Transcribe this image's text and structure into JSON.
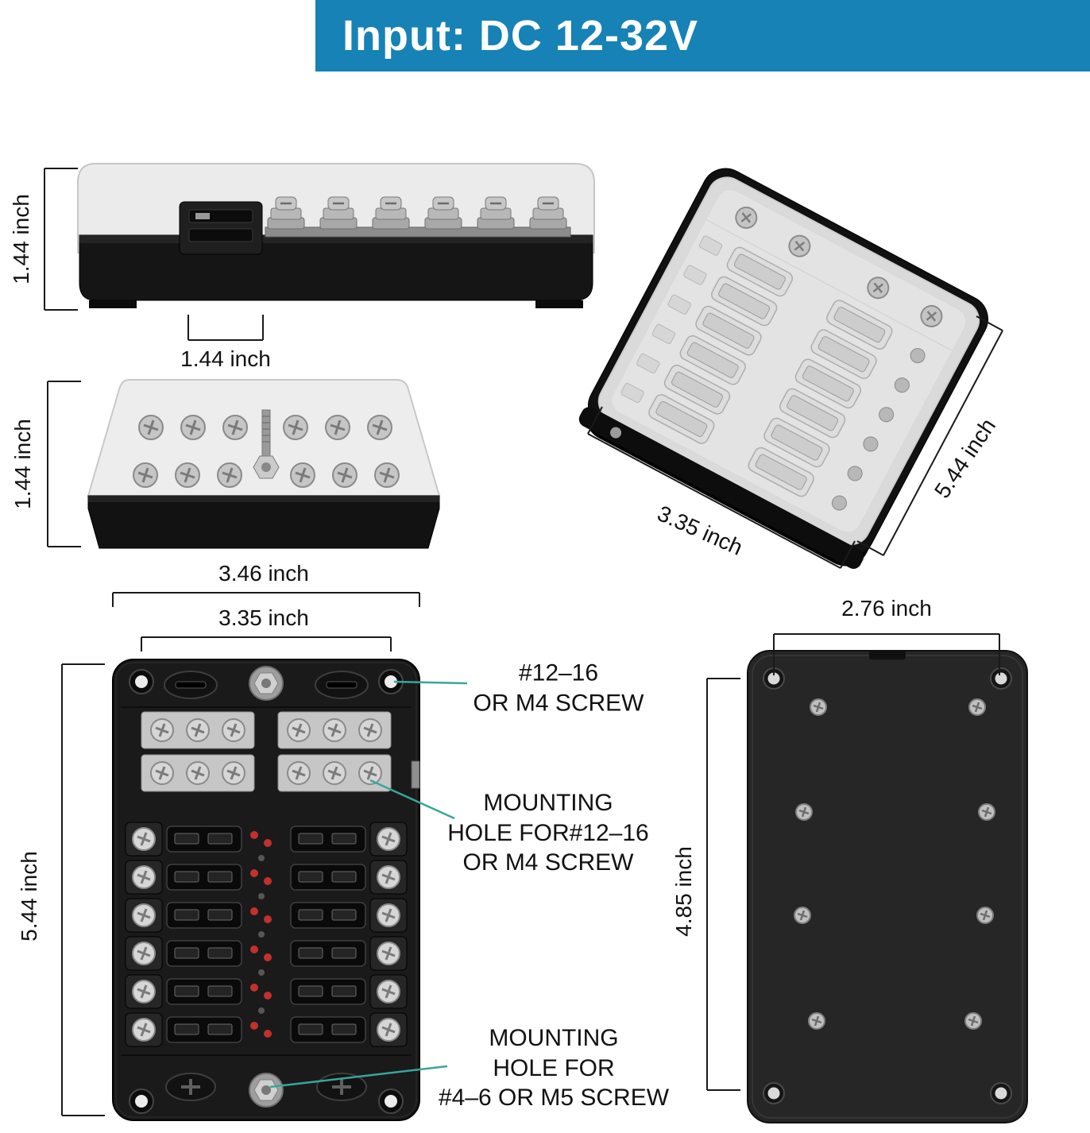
{
  "banner": {
    "text": "Input: DC 12-32V"
  },
  "dimension_labels": {
    "side_height": "1.44 inch",
    "side_tab_width": "1.44 inch",
    "front_height": "1.44 inch",
    "top_outer_width": "3.46 inch",
    "top_inner_width": "3.35 inch",
    "top_length": "5.44 inch",
    "perspective_length": "5.44 inch",
    "perspective_width": "3.35 inch",
    "back_width": "2.76 inch",
    "back_height": "4.85 inch"
  },
  "annotations": {
    "screw_spec": "#12–16\nOR M4 SCREW",
    "mounting_hole_m4": "MOUNTING\nHOLE FOR#12–16\nOR M4 SCREW",
    "mounting_hole_m5": "MOUNTING\nHOLE FOR\n#4–6 OR M5 SCREW"
  },
  "colors": {
    "banner_bg": "#1682b5",
    "leader_line": "#38a69b",
    "dimension_line": "#1a1a1a",
    "led": "#c4302c"
  }
}
